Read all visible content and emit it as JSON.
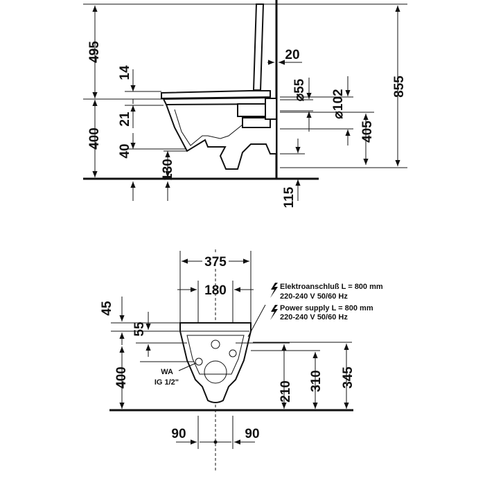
{
  "side_view": {
    "dims": {
      "d495": "495",
      "d400": "400",
      "d14": "14",
      "d21": "21",
      "d40": "40",
      "d130": "130",
      "d20": "20",
      "d55": "⌀55",
      "d102": "⌀102",
      "d405": "405",
      "d855": "855",
      "d115": "115"
    }
  },
  "front_view": {
    "dims": {
      "d375": "375",
      "d180": "180",
      "d45": "45",
      "d55": "55",
      "d400": "400",
      "d210": "210",
      "d310": "310",
      "d345": "345",
      "d90_left": "90",
      "d90_right": "90"
    },
    "notes": {
      "elec_de_line1": "Elektroanschluß L = 800 mm",
      "elec_de_line2": "220-240 V  50/60 Hz",
      "elec_en_line1": "Power supply L = 800 mm",
      "elec_en_line2": "220-240 V  50/60 Hz",
      "wa_line1": "WA",
      "wa_line2": "IG 1/2\""
    },
    "icons": {
      "power": "lightning-bolt-icon"
    }
  }
}
